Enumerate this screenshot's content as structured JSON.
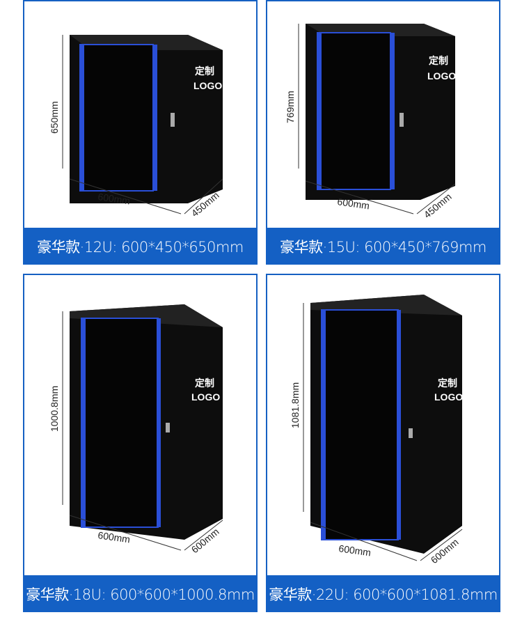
{
  "products": [
    {
      "caption": "豪华款·12U: 600*450*650mm",
      "height": "650mm",
      "width": "600mm",
      "depth": "450mm",
      "logo_line1": "定制",
      "logo_line2": "LOGO"
    },
    {
      "caption": "豪华款·15U: 600*450*769mm",
      "height": "769mm",
      "width": "600mm",
      "depth": "450mm",
      "logo_line1": "定制",
      "logo_line2": "LOGO"
    },
    {
      "caption": "豪华款·18U: 600*600*1000.8mm",
      "height": "1000.8mm",
      "width": "600mm",
      "depth": "600mm",
      "logo_line1": "定制",
      "logo_line2": "LOGO"
    },
    {
      "caption": "豪华款·22U: 600*600*1081.8mm",
      "height": "1081.8mm",
      "width": "600mm",
      "depth": "600mm",
      "logo_line1": "定制",
      "logo_line2": "LOGO"
    }
  ],
  "colors": {
    "accent": "#1460c4",
    "door_trim": "#2a4fd8",
    "cabinet": "#111111"
  }
}
